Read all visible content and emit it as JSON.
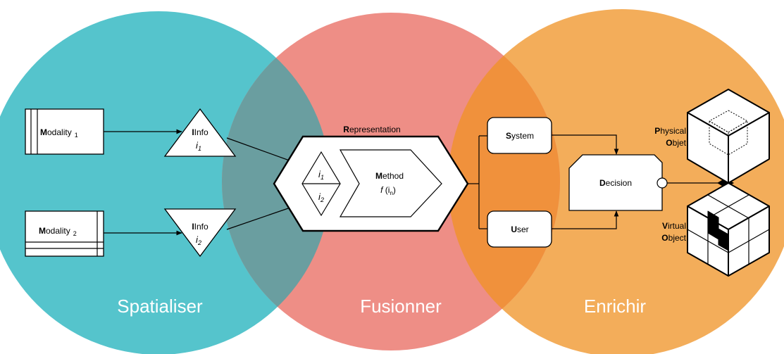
{
  "colors": {
    "spatialiser": "#55c4cc",
    "fusionner": "#ee8e86",
    "enrichir": "#f3ad5a",
    "overlap_left": "#6a9ea0",
    "overlap_right": "#f0913c",
    "line": "#000000"
  },
  "circles": {
    "spatialiser": "Spatialiser",
    "fusionner": "Fusionner",
    "enrichir": "Enrichir"
  },
  "inputs": {
    "modality1": {
      "initial": "M",
      "rest": "odality",
      "sub": "1"
    },
    "modality2": {
      "initial": "M",
      "rest": "odality",
      "sub": "2"
    },
    "info1": {
      "title": "Info",
      "var": "i",
      "sub": "1"
    },
    "info2": {
      "title": "Info",
      "var": "i",
      "sub": "2"
    }
  },
  "representation": {
    "title_initial": "R",
    "title_rest": "epresentation",
    "in1": {
      "var": "i",
      "sub": "1"
    },
    "in2": {
      "var": "i",
      "sub": "2"
    },
    "method_initial": "M",
    "method_rest": "ethod",
    "func": "f",
    "func_arg_var": "i",
    "func_arg_sub": "n"
  },
  "control": {
    "system": {
      "initial": "S",
      "rest": "ystem"
    },
    "user": {
      "initial": "U",
      "rest": "ser"
    },
    "decision": {
      "initial": "D",
      "rest": "ecision"
    }
  },
  "outputs": {
    "physical": {
      "line1_initial": "P",
      "line1_rest": "hysical",
      "line2_initial": "O",
      "line2_rest": "bjet"
    },
    "virtual": {
      "line1_initial": "V",
      "line1_rest": "irtual",
      "line2_initial": "O",
      "line2_rest": "bject"
    }
  }
}
